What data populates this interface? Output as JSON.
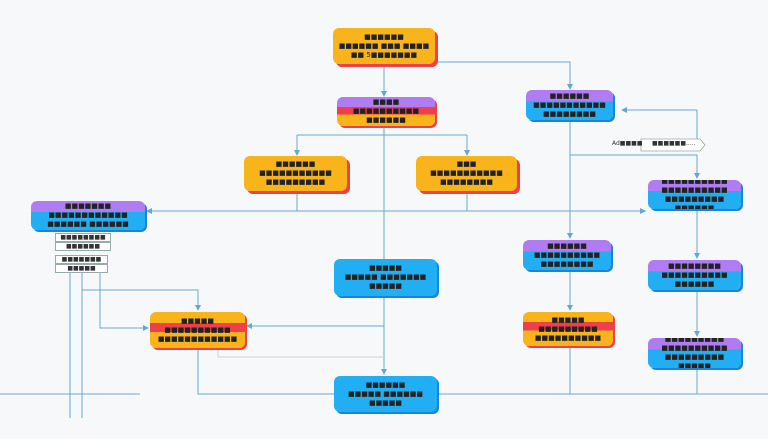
{
  "nodes": [
    {
      "id": "top",
      "lines": [
        "■■■■■■",
        "■■■■■■ ■■■ ■■■■",
        "■■ 5■■■■■■■"
      ]
    },
    {
      "id": "second",
      "lines": [
        "■■■■",
        "■■■■■■■■■■",
        "■■■■■■"
      ]
    },
    {
      "id": "left-mid",
      "lines": [
        "■■■■■■",
        "■■■■■■■■■■■",
        "■■■■■■■■■"
      ]
    },
    {
      "id": "right-mid",
      "lines": [
        "■■■",
        "■■■■■■■■■■■",
        "■■■■■■■■"
      ]
    },
    {
      "id": "left-purple",
      "lines": [
        "■■■■■■■",
        "■■■■■■■■■■■■",
        "■■■■■■ ■■■■■■"
      ]
    },
    {
      "id": "center-blue",
      "lines": [
        "■■■■■",
        "■■■■■ ■■■■■■■",
        "■■■■■"
      ]
    },
    {
      "id": "left-lower",
      "lines": [
        "■■■■■",
        "■■■■■■■■■■",
        "■■■■■■■■■■■■"
      ]
    },
    {
      "id": "bottom-blue",
      "lines": [
        "■■■■■■",
        "■■■■■ ■■■■■■",
        "■■■■■"
      ]
    },
    {
      "id": "right-top",
      "lines": [
        "■■■■■■",
        "■■■■■■■■■■■",
        "■■■■■■■■"
      ]
    },
    {
      "id": "right-col-1",
      "lines": [
        "■■■■■■■■■■",
        "■■■■■■■■■■",
        "■■■■■■■■■",
        "■■■■■■"
      ]
    },
    {
      "id": "mid-right-blue",
      "lines": [
        "■■■■■■",
        "■■■■■■■■■■",
        "■■■■■■■■"
      ]
    },
    {
      "id": "right-col-2",
      "lines": [
        "■■■■■■■■",
        "■■■■■■■■■■",
        "■■■■■■"
      ]
    },
    {
      "id": "mid-right-orange",
      "lines": [
        "■■■■■",
        "■■■■■■■■■",
        "■■■■■■■■■■"
      ]
    },
    {
      "id": "right-col-3",
      "lines": [
        "■■■■■■■■■",
        "■■■■■■■■■■",
        "■■■■■■■■■",
        "■■■■■"
      ]
    }
  ],
  "small_boxes": [
    "■■■■■■■■",
    "■■■■■■",
    "■■■■■■■",
    "■■■■■"
  ],
  "annotation": {
    "label": "Ad■■■■",
    "arrow_text": "■■■■■■....."
  },
  "colors": {
    "orange": "#f8b41a",
    "red": "#ee3f4a",
    "purple": "#b07cf2",
    "blue": "#22aef2",
    "line": "#6aa7cf"
  }
}
